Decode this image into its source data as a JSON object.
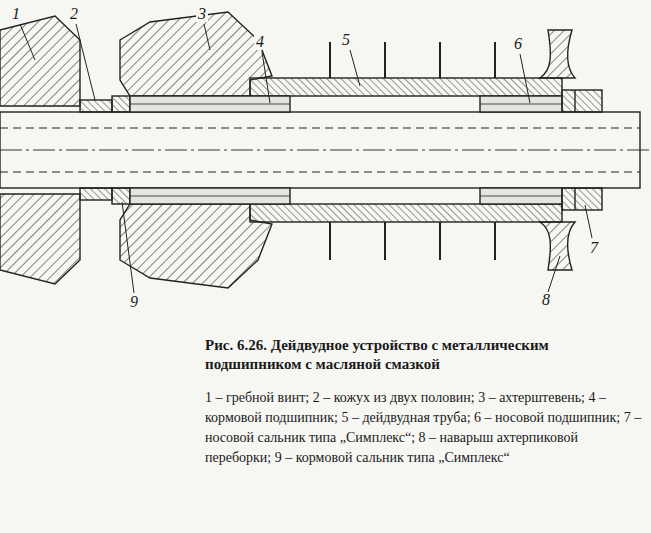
{
  "diagram": {
    "caption": "Рис. 6.26. Дейдвудное устройство с металлическим подшипником с масляной смазкой",
    "labels": [
      "1",
      "2",
      "3",
      "4",
      "5",
      "6",
      "7",
      "8",
      "9",
      "1 – гребной винт; 2 – кожух из двух половин; 3 – ахтерштевень; 4 – кормовой подшипник; 5 – дейдвудная труба; 6 – носовой подшипник; 7 – носовой сальник типа „Симплекс“; 8 – наварыш ахтерпиковой переборки; 9 – кормовой сальник типа „Симплекс“"
    ]
  }
}
